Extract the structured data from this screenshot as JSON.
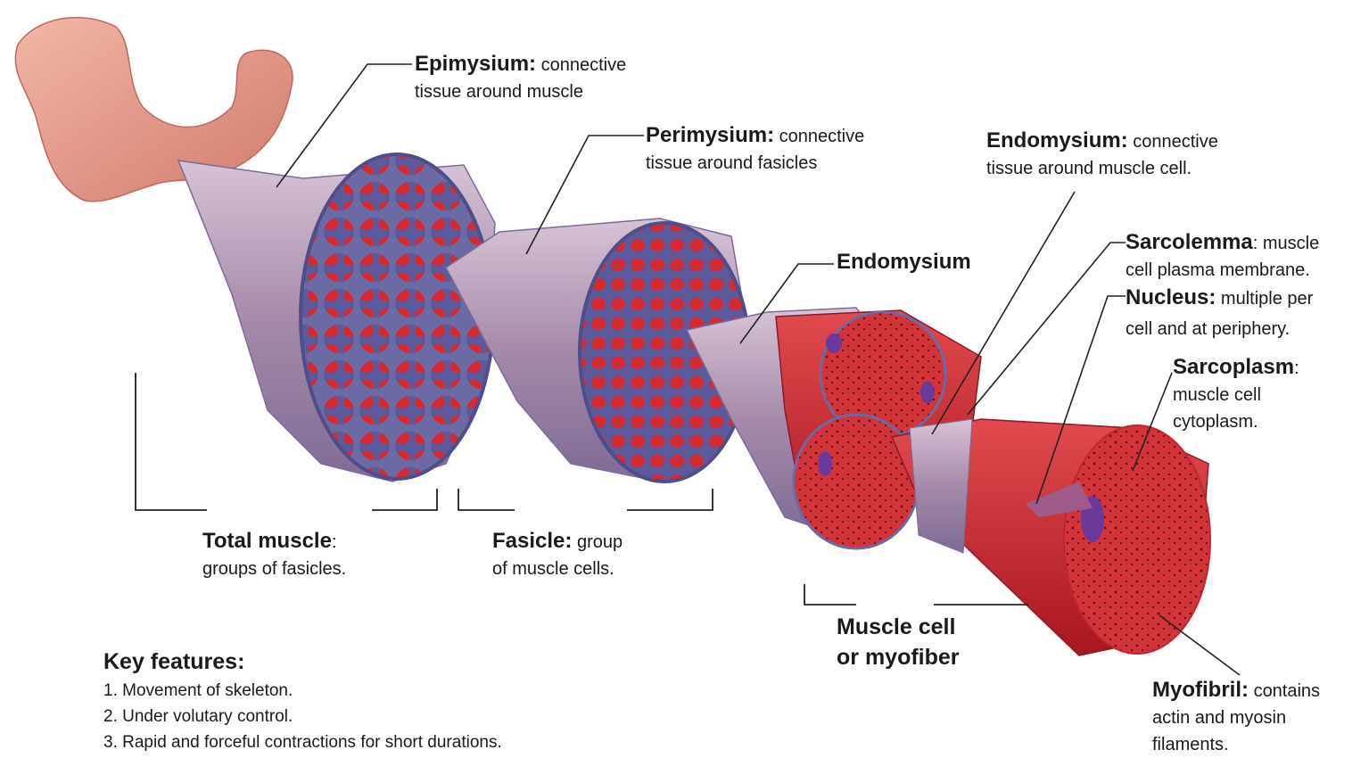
{
  "labels": {
    "epimysium": {
      "name": "Epimysium:",
      "desc1": "connective",
      "desc2": "tissue around muscle"
    },
    "perimysium": {
      "name": "Perimysium:",
      "desc1": "connective",
      "desc2": "tissue around fasicles"
    },
    "endomysium_top": {
      "name": "Endomysium:",
      "desc1": "connective",
      "desc2": "tissue around muscle cell."
    },
    "endomysium_mid": {
      "name": "Endomysium"
    },
    "sarcolemma": {
      "name": "Sarcolemma",
      "desc1": ": muscle",
      "desc2": "cell plasma membrane."
    },
    "nucleus": {
      "name": "Nucleus:",
      "desc1": "multiple per",
      "desc2": "cell and at periphery."
    },
    "sarcoplasm": {
      "name": "Sarcoplasm",
      "desc1": ":",
      "desc2": "muscle cell",
      "desc3": "cytoplasm."
    },
    "total_muscle": {
      "name": "Total muscle",
      "desc1": ":",
      "desc2": "groups of fasicles."
    },
    "fasicle": {
      "name": "Fasicle:",
      "desc1": "group",
      "desc2": "of muscle cells."
    },
    "muscle_cell": {
      "line1": "Muscle cell",
      "line2": "or myofiber"
    },
    "myofibril": {
      "name": "Myofibril:",
      "desc1": "contains",
      "desc2": "actin and myosin",
      "desc3": "filaments."
    }
  },
  "key_features": {
    "title": "Key features:",
    "items": [
      "1. Movement of skeleton.",
      "2. Under volutary control.",
      "3. Rapid and forceful contractions for short durations."
    ]
  },
  "colors": {
    "sheath": "#b79ab8",
    "sheath_dark": "#6a5a96",
    "muscle_red": "#c8202c",
    "muscle_light": "#e2545a",
    "bone": "#e89a8a",
    "nucleus": "#6a3a9a"
  }
}
